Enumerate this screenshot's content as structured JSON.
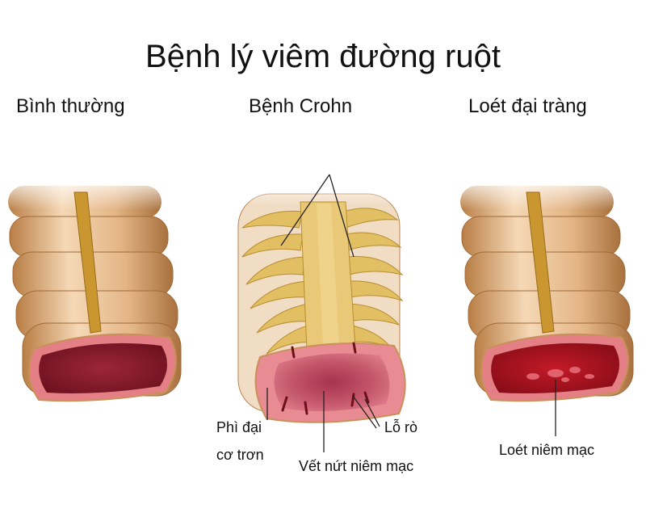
{
  "title": "Bệnh lý viêm đường ruột",
  "panels": [
    {
      "label": "Bình thường",
      "annotations": []
    },
    {
      "label": "Bệnh Crohn",
      "annotations": [
        {
          "line1": "Phì đại",
          "line2": "cơ trơn"
        },
        {
          "text": "Vết nứt niêm mạc"
        },
        {
          "text": "Lỗ rò"
        }
      ]
    },
    {
      "label": "Loét đại tràng",
      "annotations": [
        {
          "text": "Loét niêm mạc"
        }
      ]
    }
  ],
  "colors": {
    "tissue_light": "#f3d2ad",
    "tissue_mid": "#d9a36b",
    "tissue_dark": "#a8713e",
    "taenia": "#c9962f",
    "fat": "#e6c46a",
    "lumen_normal": "#8e1d2c",
    "lumen_ulcer": "#b0121f",
    "mucosa_rim": "#e57f86",
    "crohn_mucosa": "#d66c7c",
    "leader_line": "#222222"
  }
}
